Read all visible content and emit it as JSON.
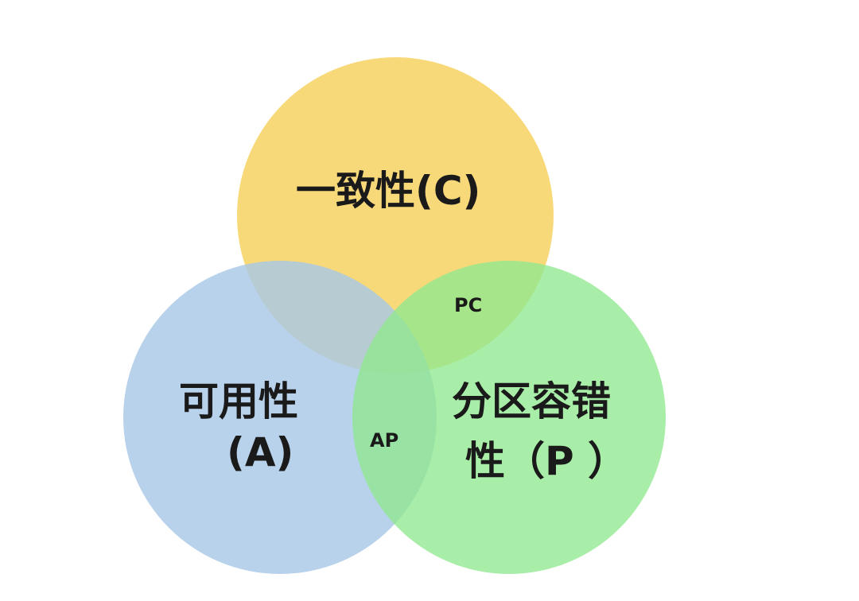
{
  "sets": [
    {
      "id": "C",
      "label": "一致性(C)",
      "color": "#F8D97A"
    },
    {
      "id": "A",
      "label_line1": "可用性",
      "label_line2": "(A)",
      "color": "#A8C8E6"
    },
    {
      "id": "P",
      "label_line1": "分区容错",
      "label_line2": "性（P ）",
      "color": "#90E890"
    }
  ],
  "intersections": {
    "pc": "PC",
    "ap": "AP"
  }
}
